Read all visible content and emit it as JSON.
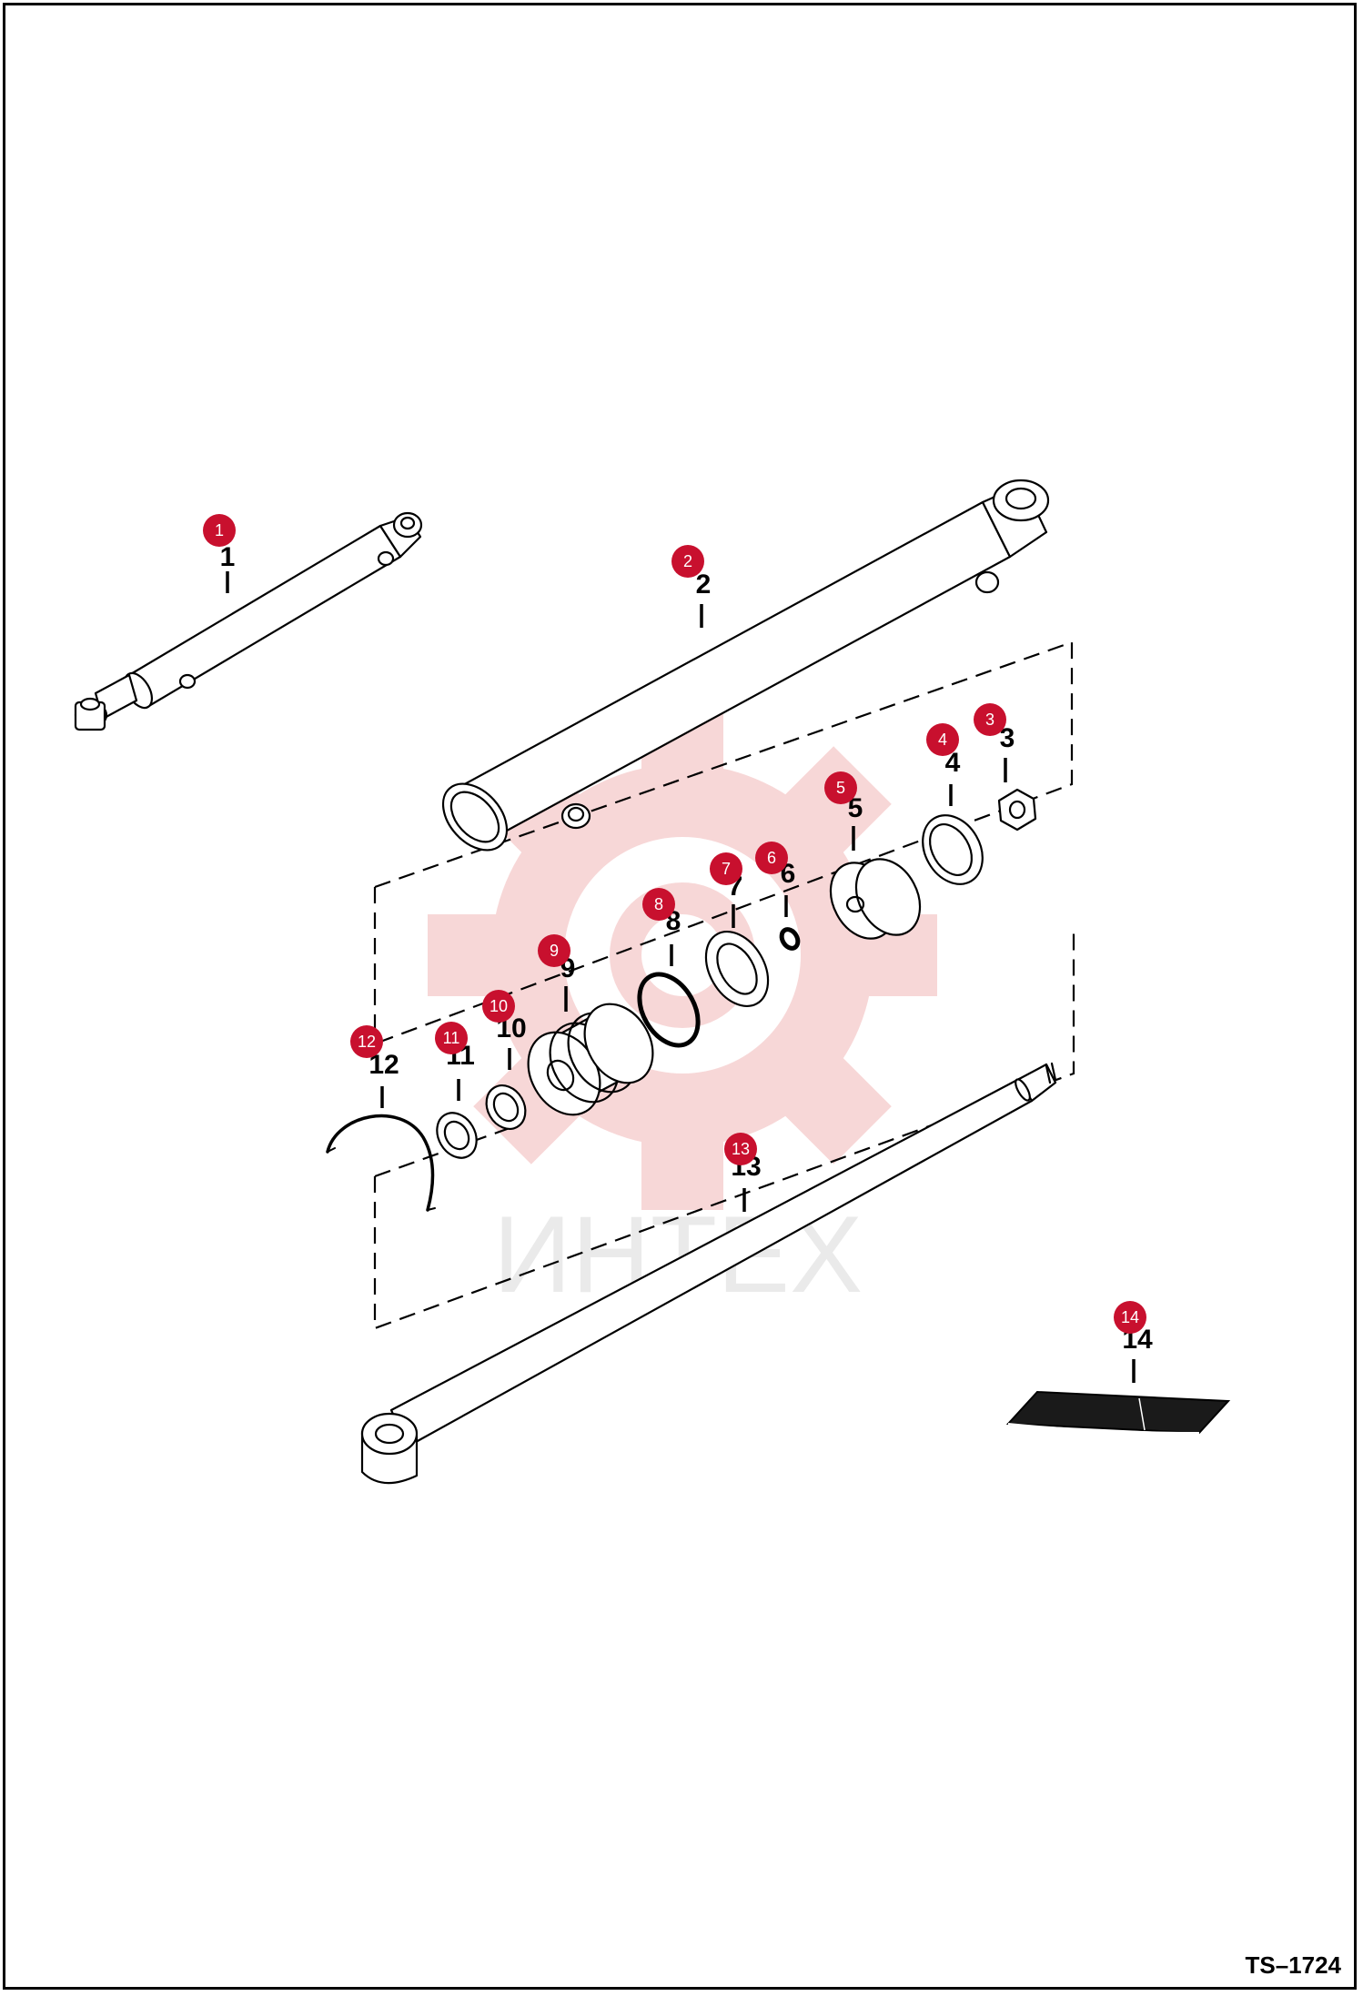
{
  "document_code": "TS–1724",
  "watermark": {
    "text": "ИНТЕХ",
    "color": "#f2b8b8"
  },
  "colors": {
    "badge": "#c8102e",
    "badge_text": "#ffffff",
    "ink": "#000000"
  },
  "parts": [
    {
      "num": "1",
      "badge": "1"
    },
    {
      "num": "2",
      "badge": "2"
    },
    {
      "num": "3",
      "badge": "3"
    },
    {
      "num": "4",
      "badge": "4"
    },
    {
      "num": "5",
      "badge": "5"
    },
    {
      "num": "6",
      "badge": "6"
    },
    {
      "num": "7",
      "badge": "7"
    },
    {
      "num": "8",
      "badge": "8"
    },
    {
      "num": "9",
      "badge": "9"
    },
    {
      "num": "10",
      "badge": "10"
    },
    {
      "num": "11",
      "badge": "11"
    },
    {
      "num": "12",
      "badge": "12"
    },
    {
      "num": "13",
      "badge": "13"
    },
    {
      "num": "14",
      "badge": "14"
    }
  ]
}
